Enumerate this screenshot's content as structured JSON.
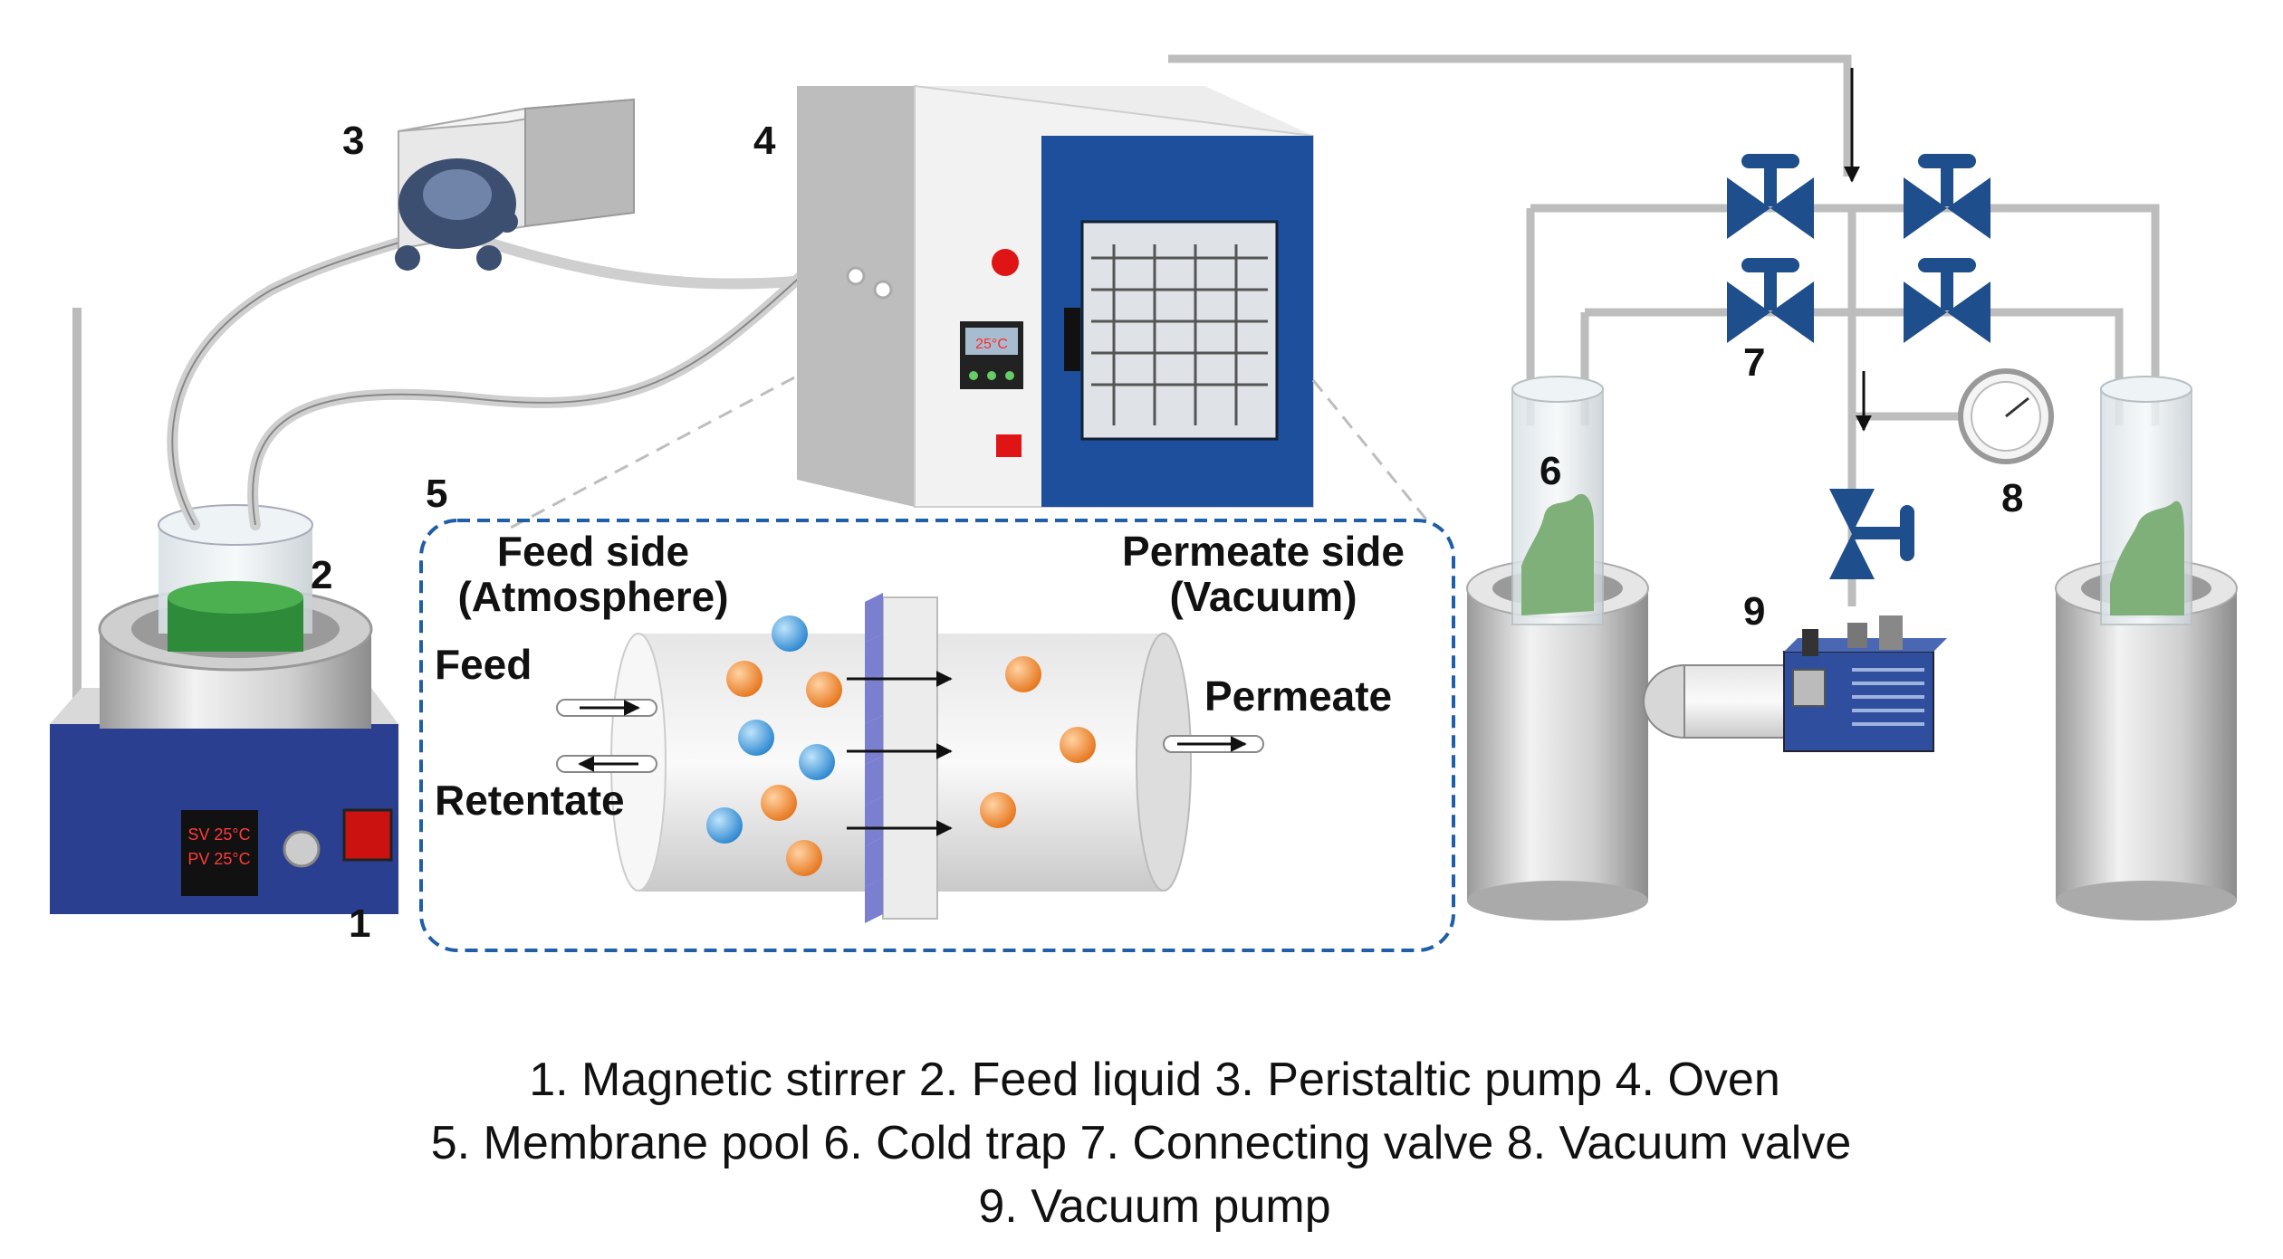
{
  "numbers": {
    "n1": "1",
    "n2": "2",
    "n3": "3",
    "n4": "4",
    "n5": "5",
    "n6": "6",
    "n7": "7",
    "n8": "8",
    "n9": "9"
  },
  "membrane_labels": {
    "feed_side": "Feed side",
    "feed_side_sub": "(Atmosphere)",
    "permeate_side": "Permeate side",
    "permeate_side_sub": "(Vacuum)",
    "feed": "Feed",
    "retentate": "Retentate",
    "permeate": "Permeate"
  },
  "displays": {
    "oven_temp": "25°C",
    "stirrer_line1": "SV 25°C",
    "stirrer_line2": "PV 25°C"
  },
  "caption": {
    "line1": "1. Magnetic stirrer 2. Feed liquid 3. Peristaltic pump 4. Oven",
    "line2": "5. Membrane pool 6. Cold trap 7. Connecting valve 8. Vacuum valve",
    "line3": "9. Vacuum pump"
  },
  "colors": {
    "valve_blue": "#1f4e8c",
    "oven_door": "#1d4f9c",
    "particle_blue": "#3a9ad9",
    "particle_orange": "#f08a2a",
    "membrane": "#7b7fd0",
    "dashed_box": "#1f5ea8",
    "feed_liquid": "#2e8b3a",
    "cold_trap_content": "#7fb07a"
  },
  "icons": {
    "valve": "valve-icon",
    "gauge": "pressure-gauge-icon",
    "pump": "peristaltic-pump-icon",
    "oven": "oven-icon",
    "vacuum_pump": "vacuum-pump-icon"
  }
}
